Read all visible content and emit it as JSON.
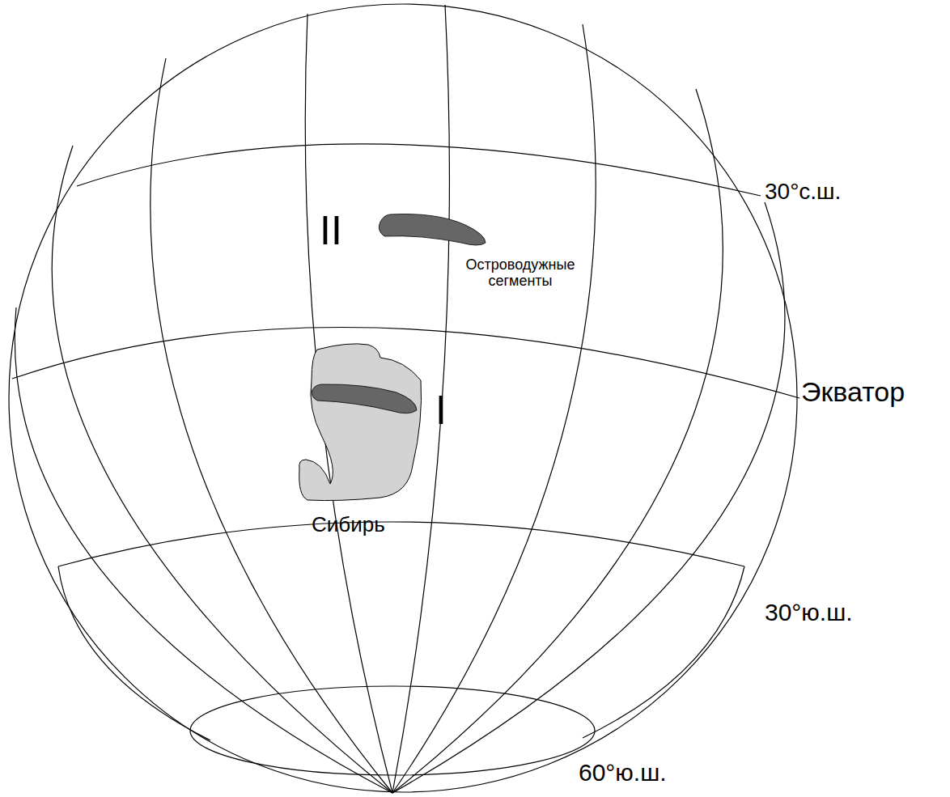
{
  "diagram": {
    "labels": [
      "II",
      "Островодужные сегменты",
      "I",
      "Сибирь",
      "30°с.ш.",
      "Экватор",
      "30°ю.ш.",
      "60°ю.ш."
    ]
  }
}
